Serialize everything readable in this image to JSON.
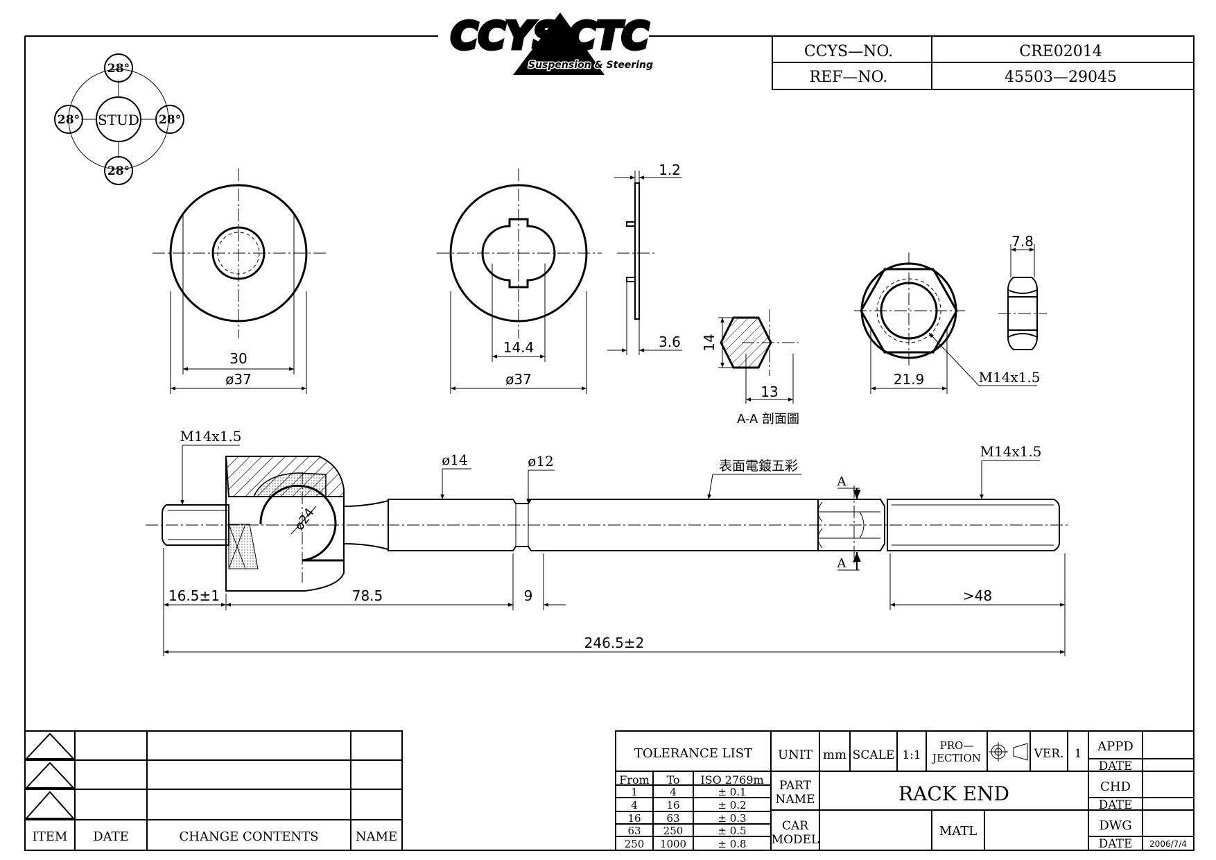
{
  "logo": {
    "brand_left": "CCYS",
    "brand_right": "CTC",
    "tagline": "Suspension & Steering"
  },
  "header": {
    "ccys_no_label": "CCYS—NO.",
    "ccys_no_value": "CRE02014",
    "ref_no_label": "REF—NO.",
    "ref_no_value": "45503—29045"
  },
  "stud": {
    "center": "STUD",
    "top": "28°",
    "left": "28°",
    "right": "28°",
    "bottom": "28°"
  },
  "washer1": {
    "inner": "30",
    "outer": "ø37"
  },
  "washer2": {
    "inner": "14.4",
    "outer": "ø37"
  },
  "washer_side": {
    "thickness": "1.2",
    "height": "3.6"
  },
  "section": {
    "height": "14",
    "width": "13",
    "caption": "A-A 剖面圖"
  },
  "nut": {
    "width": "21.9",
    "thread": "M14x1.5",
    "thickness": "7.8"
  },
  "rod": {
    "thread_left": "M14x1.5",
    "dia14": "ø14",
    "dia12": "ø12",
    "note": "表面電鍍五彩",
    "thread_right": "M14x1.5",
    "section_mark": "A",
    "ball_dia": "ø24",
    "dim_left": "16.5±1",
    "dim_mid": "78.5",
    "dim_neck": "9",
    "dim_thread": ">48",
    "dim_total": "246.5±2"
  },
  "revision_block": {
    "headers": {
      "item": "ITEM",
      "date": "DATE",
      "change": "CHANGE CONTENTS",
      "name": "NAME"
    }
  },
  "title_block": {
    "tolerance_title": "TOLERANCE LIST",
    "tol_headers": [
      "From",
      "To",
      "ISO 2769m"
    ],
    "tol_rows": [
      [
        "1",
        "4",
        "± 0.1"
      ],
      [
        "4",
        "16",
        "± 0.2"
      ],
      [
        "16",
        "63",
        "± 0.3"
      ],
      [
        "63",
        "250",
        "± 0.5"
      ],
      [
        "250",
        "1000",
        "± 0.8"
      ]
    ],
    "unit_label": "UNIT",
    "unit_value": "mm",
    "scale_label": "SCALE",
    "scale_value": "1:1",
    "projection_line1": "PRO—",
    "projection_line2": "JECTION",
    "ver_label": "VER.",
    "ver_value": "1",
    "part_name_line1": "PART",
    "part_name_line2": "NAME",
    "part_name_value": "RACK END",
    "car_model_line1": "CAR",
    "car_model_line2": "MODEL",
    "matl_label": "MATL",
    "appd": "APPD",
    "chd": "CHD",
    "dwg": "DWG",
    "date_label": "DATE",
    "dwg_date": "2006/7/4"
  }
}
